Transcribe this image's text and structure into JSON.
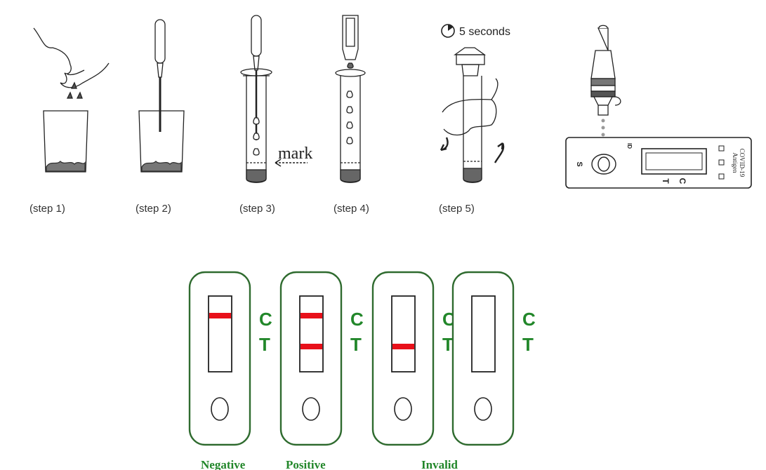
{
  "steps": {
    "labels": [
      "(step 1)",
      "(step 2)",
      "(step 3)",
      "(step 4)",
      "(step 5)"
    ],
    "mark_label": "mark",
    "timer_label": "5 seconds"
  },
  "cassette": {
    "sample_label": "S",
    "id_label": "ID",
    "control_label": "C",
    "test_label": "T",
    "product_name": "COVID-19",
    "product_sub": "Antigen"
  },
  "results": {
    "line_labels": {
      "control": "C",
      "test": "T"
    },
    "line_color": "#e8101a",
    "frame_color": "#2f6b2f",
    "label_color": "#22872a",
    "items": [
      {
        "has_c": true,
        "has_t": false
      },
      {
        "has_c": true,
        "has_t": true
      },
      {
        "has_c": false,
        "has_t": true
      },
      {
        "has_c": false,
        "has_t": false
      }
    ],
    "captions": {
      "negative": "Negative",
      "positive": "Positive",
      "invalid": "Invalid"
    }
  }
}
